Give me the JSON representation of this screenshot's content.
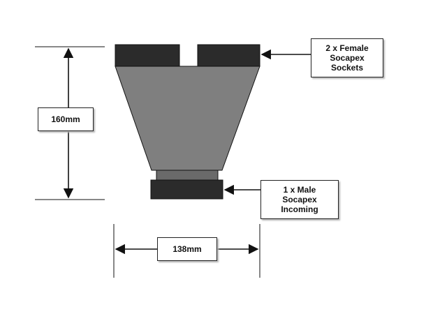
{
  "dimensions": {
    "height_label": "160mm",
    "width_label": "138mm"
  },
  "callouts": {
    "top": {
      "line1": "2 x Female",
      "line2": "Socapex",
      "line3": "Sockets"
    },
    "bottom": {
      "line1": "1 x Male",
      "line2": "Socapex",
      "line3": "Incoming"
    }
  },
  "colors": {
    "body": "#7f7f7f",
    "socket": "#2b2b2b",
    "neck": "#6a6a6a",
    "line": "#111111"
  }
}
